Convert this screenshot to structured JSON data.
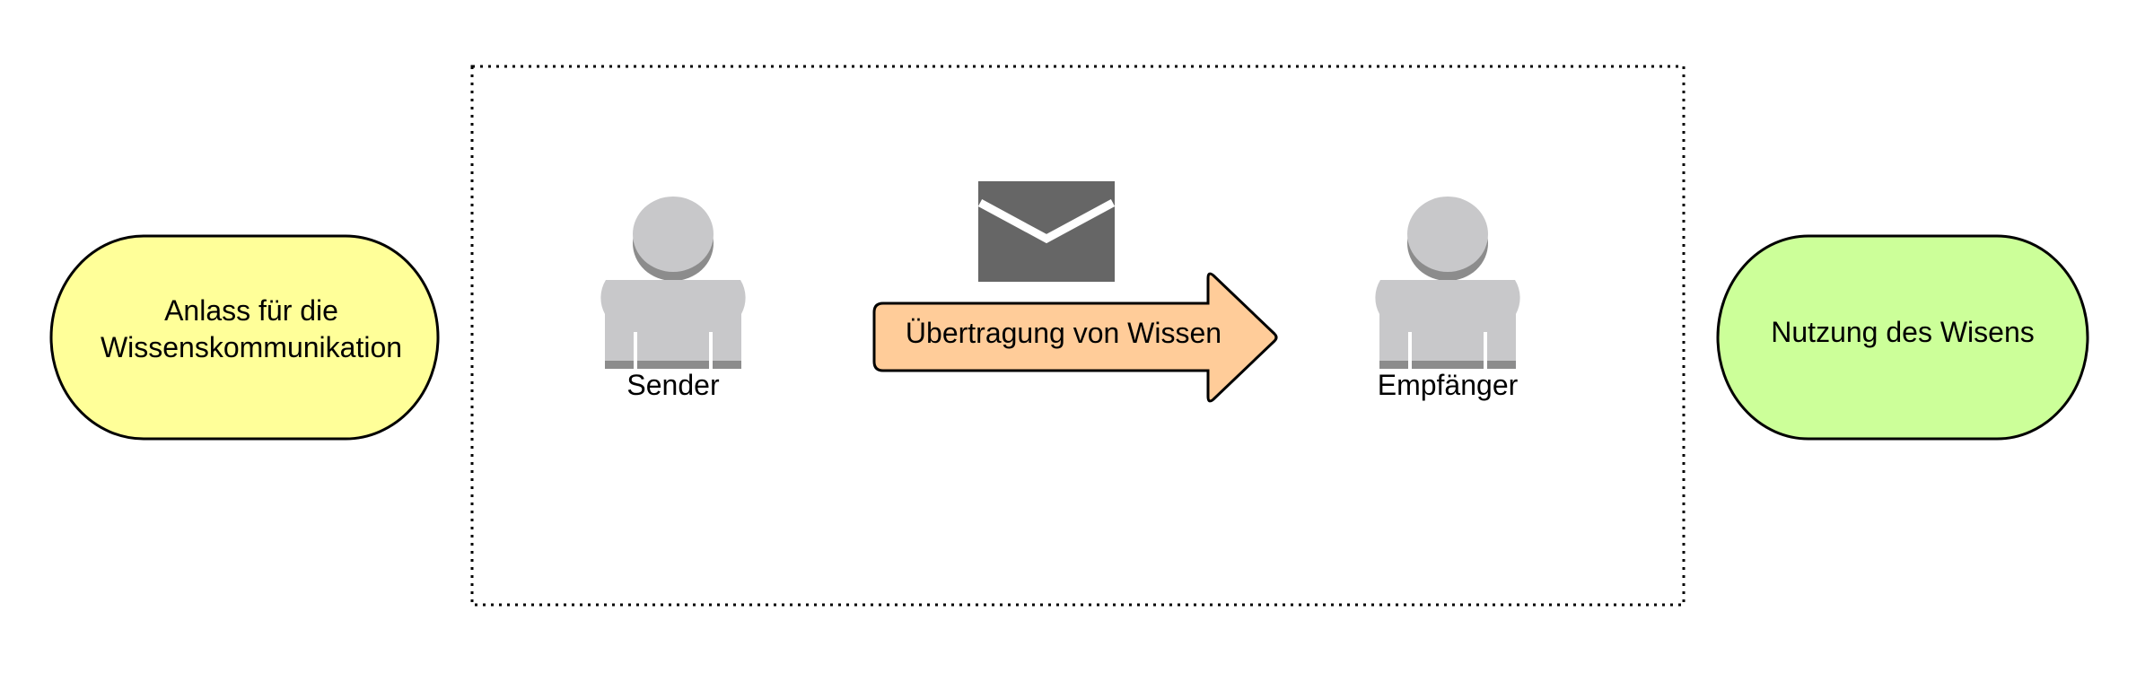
{
  "nodes": {
    "trigger": {
      "lines": [
        "Anlass für die",
        "Wissenskommunikation"
      ],
      "fill": "#ffff99"
    },
    "sender": {
      "label": "Sender",
      "icon": "person-icon"
    },
    "message": {
      "icon": "envelope-icon"
    },
    "transfer": {
      "label": "Übertragung von Wissen",
      "fill": "#ffcc99"
    },
    "receiver": {
      "label": "Empfänger",
      "icon": "person-icon"
    },
    "usage": {
      "label": "Nutzung des Wisens",
      "fill": "#ccff99"
    }
  },
  "colors": {
    "stroke": "#000000",
    "person_light": "#c8c8ca",
    "person_dark": "#8c8c8c",
    "envelope": "#666666"
  }
}
